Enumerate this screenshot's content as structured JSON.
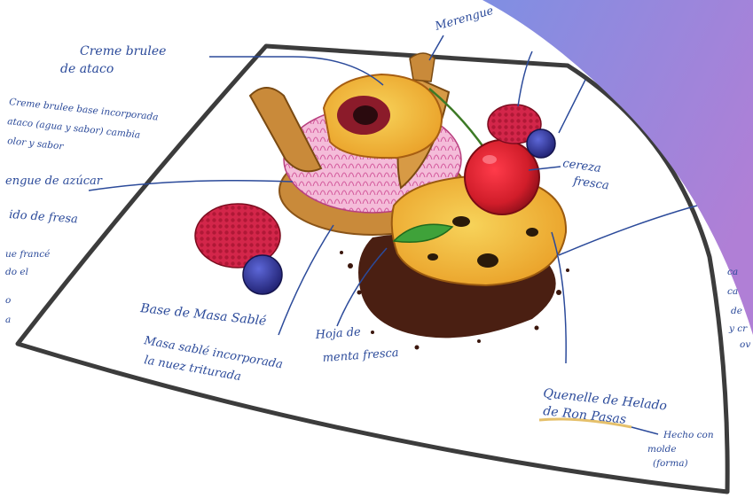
{
  "labels": {
    "creme_title_1": "Creme brulee",
    "creme_title_2": "de ataco",
    "creme_desc_1": "Creme brulee base incorporada",
    "creme_desc_2": "ataco (agua y sabor) cambia",
    "creme_desc_3": "olor y sabor",
    "merengue_top": "Merengue",
    "merengue_left_1": "engue de azúcar",
    "merengue_left_2": "ido de fresa",
    "left_partial_1": "ue francé",
    "left_partial_2": "do el",
    "left_partial_3": "o",
    "left_partial_4": "a",
    "cereza_1": "cereza",
    "cereza_2": "fresca",
    "base_title": "Base de Masa Sablé",
    "base_desc_1": "Masa sablé incorporada",
    "base_desc_2": "la nuez triturada",
    "hoja_1": "Hoja de",
    "hoja_2": "menta fresca",
    "quenelle_1": "Quenelle de Helado",
    "quenelle_2": "de Ron Pasas",
    "hecho_1": "Hecho con",
    "hecho_2": "molde",
    "hecho_3": "(forma)",
    "right_partial_1": "ca",
    "right_partial_2": "ca",
    "right_partial_3": "de",
    "right_partial_4": "y cr",
    "right_partial_5": "ov"
  },
  "colors": {
    "ink": "#2b4a9a",
    "plate_outline": "#3c3c3c",
    "overlay_start": "#7f8fe3",
    "overlay_end": "#b07fd6",
    "raspberry": "#c5213e",
    "blueberry": "#2a2a8c",
    "cherry": "#d11d2a",
    "cookie": "#c98a3a",
    "merengue": "#e99ac6",
    "chocolate_soil": "#4a1f12",
    "mango": "#f0b431",
    "mint": "#3fa23a",
    "quenelle_underline": "#e5c06b"
  }
}
